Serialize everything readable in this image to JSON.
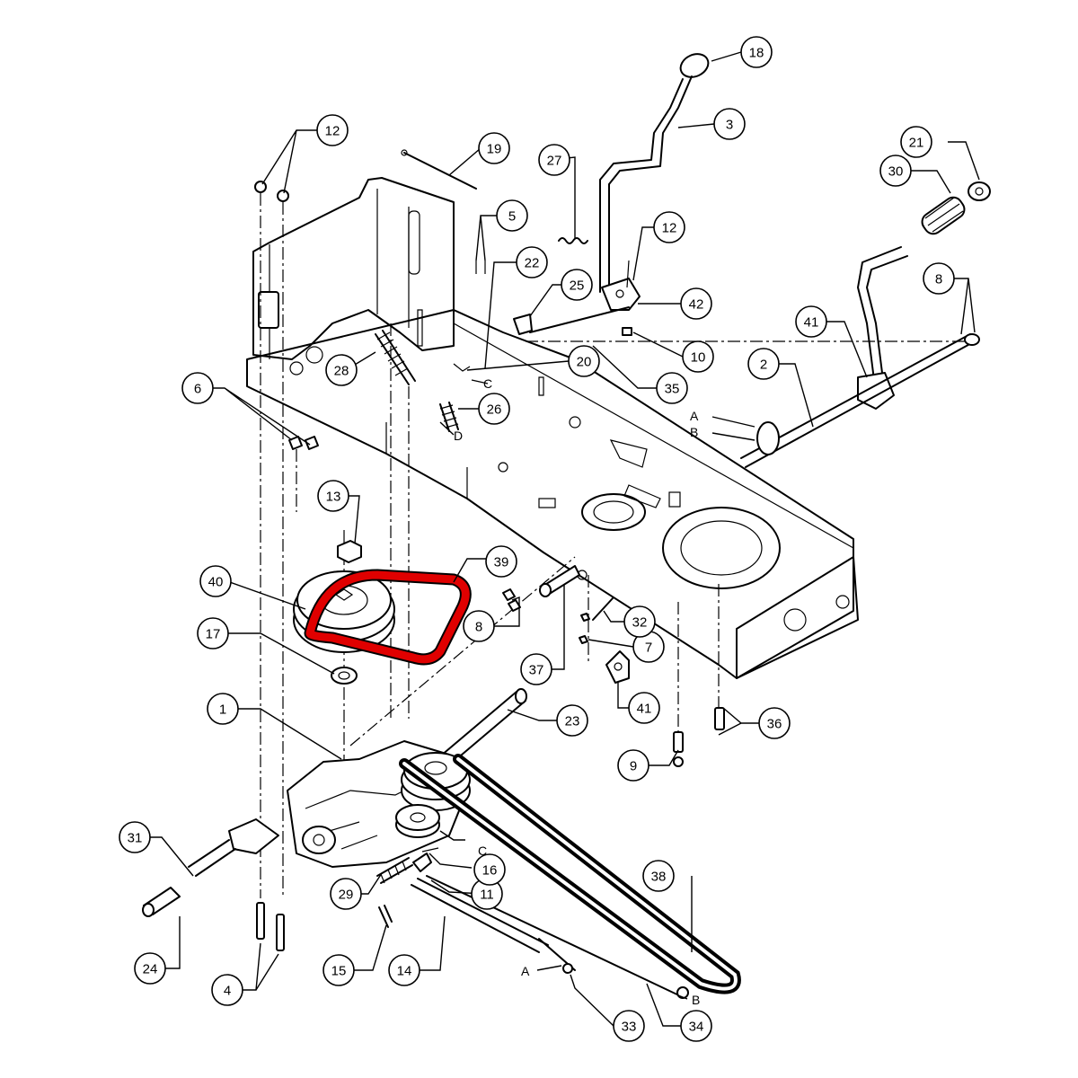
{
  "callouts": [
    {
      "id": "c1",
      "label": "1"
    },
    {
      "id": "c2",
      "label": "2"
    },
    {
      "id": "c3",
      "label": "3"
    },
    {
      "id": "c4",
      "label": "4"
    },
    {
      "id": "c5",
      "label": "5"
    },
    {
      "id": "c6",
      "label": "6"
    },
    {
      "id": "c7",
      "label": "7"
    },
    {
      "id": "c8a",
      "label": "8"
    },
    {
      "id": "c8b",
      "label": "8"
    },
    {
      "id": "c9",
      "label": "9"
    },
    {
      "id": "c10",
      "label": "10"
    },
    {
      "id": "c11",
      "label": "11"
    },
    {
      "id": "c12a",
      "label": "12"
    },
    {
      "id": "c12b",
      "label": "12"
    },
    {
      "id": "c13",
      "label": "13"
    },
    {
      "id": "c14",
      "label": "14"
    },
    {
      "id": "c15",
      "label": "15"
    },
    {
      "id": "c16",
      "label": "16"
    },
    {
      "id": "c17",
      "label": "17"
    },
    {
      "id": "c18",
      "label": "18"
    },
    {
      "id": "c19",
      "label": "19"
    },
    {
      "id": "c20",
      "label": "20"
    },
    {
      "id": "c21",
      "label": "21"
    },
    {
      "id": "c22",
      "label": "22"
    },
    {
      "id": "c23",
      "label": "23"
    },
    {
      "id": "c24",
      "label": "24"
    },
    {
      "id": "c25",
      "label": "25"
    },
    {
      "id": "c26",
      "label": "26"
    },
    {
      "id": "c27",
      "label": "27"
    },
    {
      "id": "c28",
      "label": "28"
    },
    {
      "id": "c29",
      "label": "29"
    },
    {
      "id": "c30",
      "label": "30"
    },
    {
      "id": "c31",
      "label": "31"
    },
    {
      "id": "c32",
      "label": "32"
    },
    {
      "id": "c33",
      "label": "33"
    },
    {
      "id": "c34",
      "label": "34"
    },
    {
      "id": "c35",
      "label": "35"
    },
    {
      "id": "c36",
      "label": "36"
    },
    {
      "id": "c37",
      "label": "37"
    },
    {
      "id": "c38",
      "label": "38"
    },
    {
      "id": "c39",
      "label": "39"
    },
    {
      "id": "c40",
      "label": "40"
    },
    {
      "id": "c41a",
      "label": "41"
    },
    {
      "id": "c41b",
      "label": "41"
    },
    {
      "id": "c42",
      "label": "42"
    }
  ],
  "reference_letters": [
    {
      "id": "ref-a-top",
      "label": "A"
    },
    {
      "id": "ref-b-top",
      "label": "B"
    },
    {
      "id": "ref-c-top",
      "label": "C"
    },
    {
      "id": "ref-d-top",
      "label": "D"
    },
    {
      "id": "ref-c-bottom",
      "label": "C"
    },
    {
      "id": "ref-a-bottom",
      "label": "A"
    },
    {
      "id": "ref-b-bottom",
      "label": "B"
    }
  ],
  "colors": {
    "highlight_belt": "#e00000",
    "line": "#000000",
    "background": "#ffffff"
  }
}
